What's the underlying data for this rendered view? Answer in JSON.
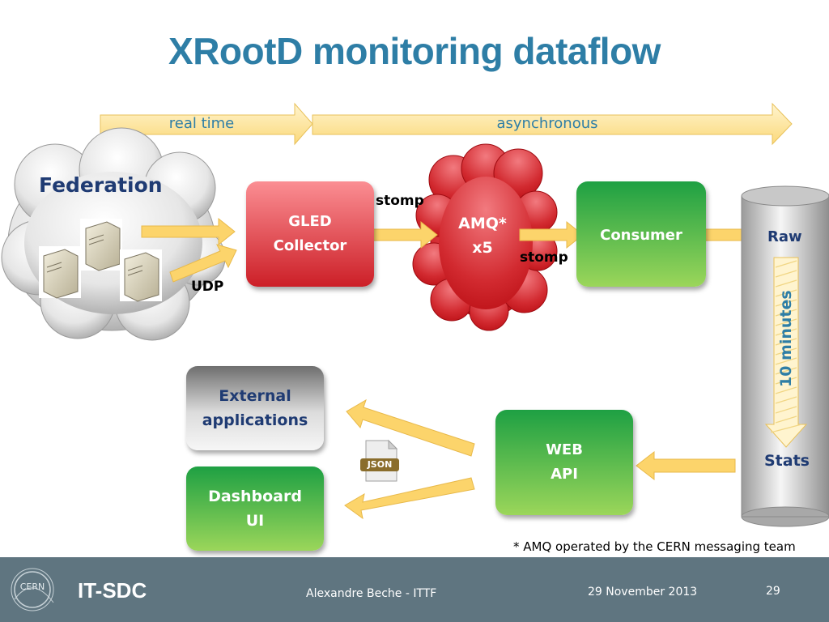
{
  "title": "XRootD monitoring dataflow",
  "phases": {
    "realtime": "real time",
    "async": "asynchronous"
  },
  "federation": "Federation",
  "udp": "UDP",
  "gled": {
    "line1": "GLED",
    "line2": "Collector"
  },
  "stomp": "stomp",
  "amq": {
    "line1": "AMQ*",
    "line2": "x5"
  },
  "consumer": "Consumer",
  "db": {
    "raw": "Raw",
    "stats": "Stats",
    "interval": "10 minutes"
  },
  "webapi": {
    "line1": "WEB",
    "line2": "API"
  },
  "external": {
    "line1": "External",
    "line2": "applications"
  },
  "dashboard": {
    "line1": "Dashboard",
    "line2": "UI"
  },
  "json_icon": "JSON",
  "footnote": "* AMQ operated by the CERN messaging team",
  "footer": {
    "logo": "CERN",
    "group": "IT-SDC",
    "author": "Alexandre Beche - ITTF",
    "date": "29 November 2013",
    "page": "29"
  },
  "colors": {
    "title": "#2e7ea6",
    "red_box": "#d9232a",
    "green_box": "#49b23b",
    "grey_box": "#9a9a9a",
    "arrow": "#fbd46a",
    "footer": "#5f7580"
  }
}
